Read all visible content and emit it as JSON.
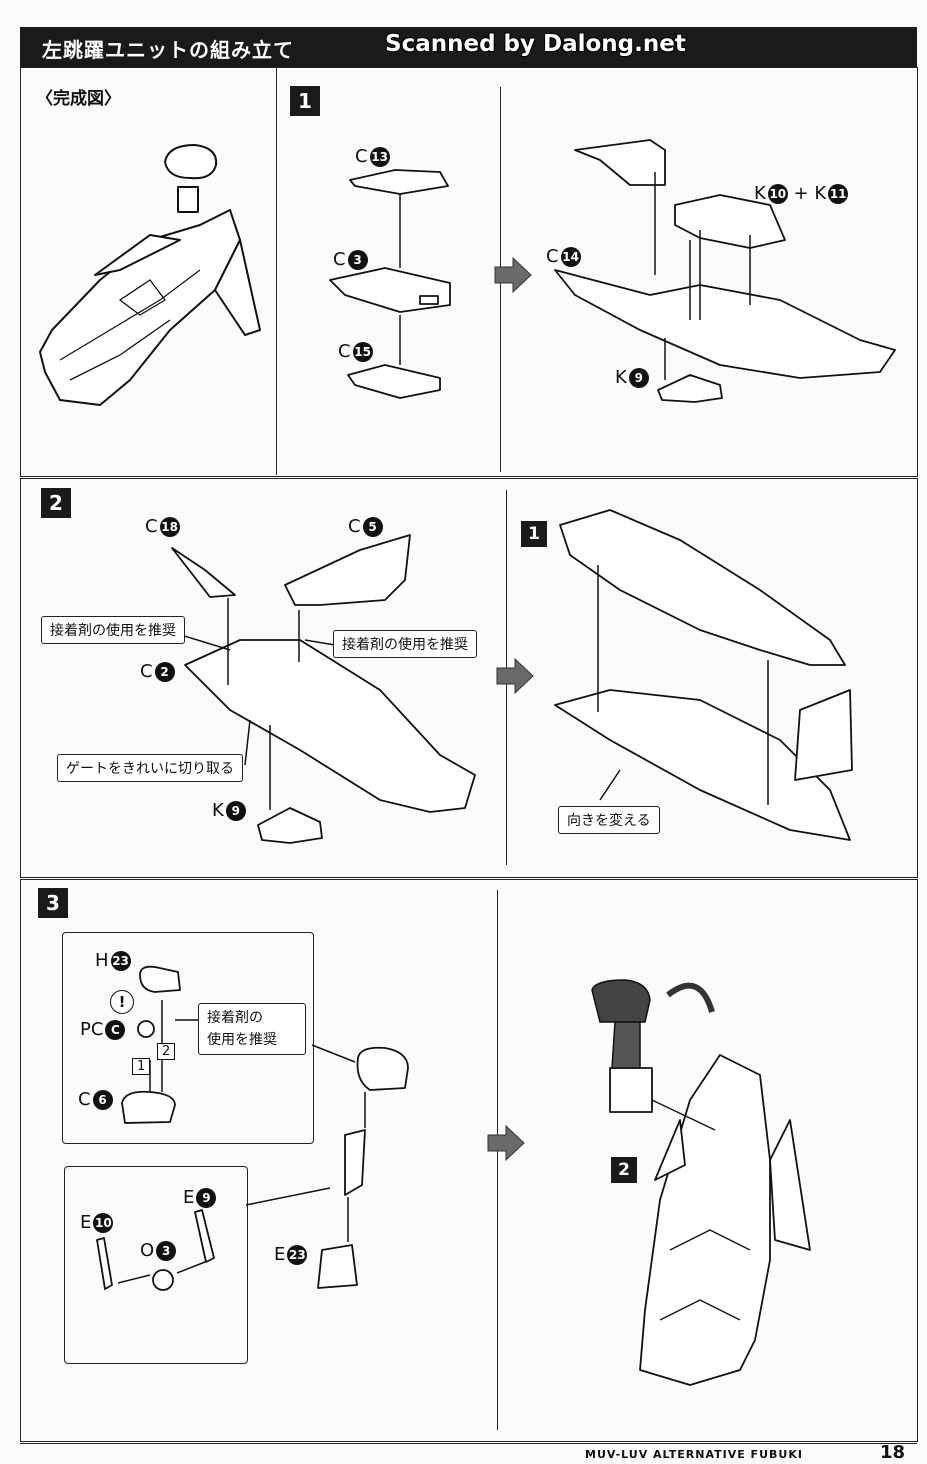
{
  "header": {
    "title": "左跳躍ユニットの組み立て",
    "watermark": "Scanned by Dalong.net"
  },
  "complete": {
    "caption": "〈完成図〉"
  },
  "steps": {
    "s1": "1",
    "s2": "2",
    "s3": "3",
    "ref1": "1",
    "ref2": "2"
  },
  "parts": {
    "c13": {
      "prefix": "C",
      "num": "13"
    },
    "c3": {
      "prefix": "C",
      "num": "3"
    },
    "c15": {
      "prefix": "C",
      "num": "15"
    },
    "c14": {
      "prefix": "C",
      "num": "14"
    },
    "k10": {
      "prefix": "K",
      "num": "10"
    },
    "plus": "+",
    "k11": {
      "prefix": "K",
      "num": "11"
    },
    "k9a": {
      "prefix": "K",
      "num": "9"
    },
    "c18": {
      "prefix": "C",
      "num": "18"
    },
    "c5": {
      "prefix": "C",
      "num": "5"
    },
    "c2": {
      "prefix": "C",
      "num": "2"
    },
    "k9b": {
      "prefix": "K",
      "num": "9"
    },
    "h23": {
      "prefix": "H",
      "num": "23"
    },
    "pcc": {
      "prefix": "PC",
      "num": "C"
    },
    "c6": {
      "prefix": "C",
      "num": "6"
    },
    "e9": {
      "prefix": "E",
      "num": "9"
    },
    "e10": {
      "prefix": "E",
      "num": "10"
    },
    "o3": {
      "prefix": "O",
      "num": "3"
    },
    "e23": {
      "prefix": "E",
      "num": "23"
    }
  },
  "notes": {
    "glue1": "接着剤の使用を推奨",
    "glue2": "接着剤の使用を推奨",
    "gate": "ゲートをきれいに切り取る",
    "turn": "向きを変える",
    "glue3_line1": "接着剤の",
    "glue3_line2": "使用を推奨",
    "order1": "1",
    "order2": "2",
    "caution": "!"
  },
  "footer": {
    "series": "MUV-LUV ALTERNATIVE FUBUKI",
    "page": "18"
  }
}
